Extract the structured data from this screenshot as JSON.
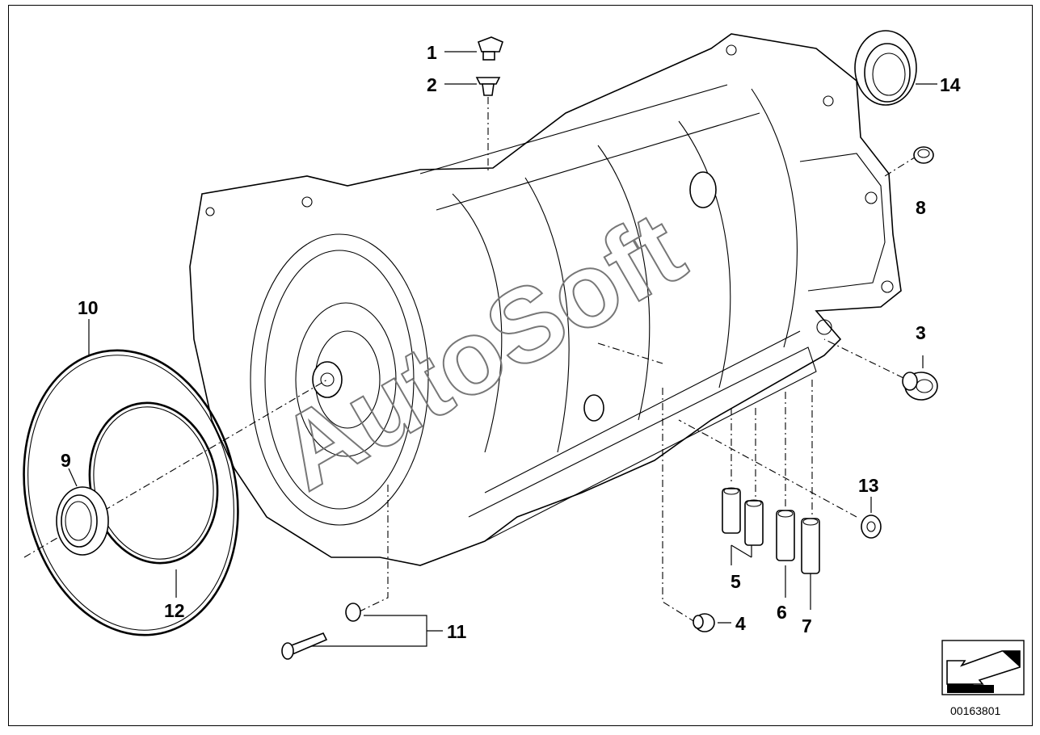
{
  "drawing_number": "00163801",
  "watermark": "AutoSoft",
  "callouts": [
    "1",
    "2",
    "3",
    "4",
    "5",
    "6",
    "7",
    "8",
    "9",
    "10",
    "11",
    "12",
    "13",
    "14"
  ],
  "nav_icon": "arrow-down-left-icon"
}
